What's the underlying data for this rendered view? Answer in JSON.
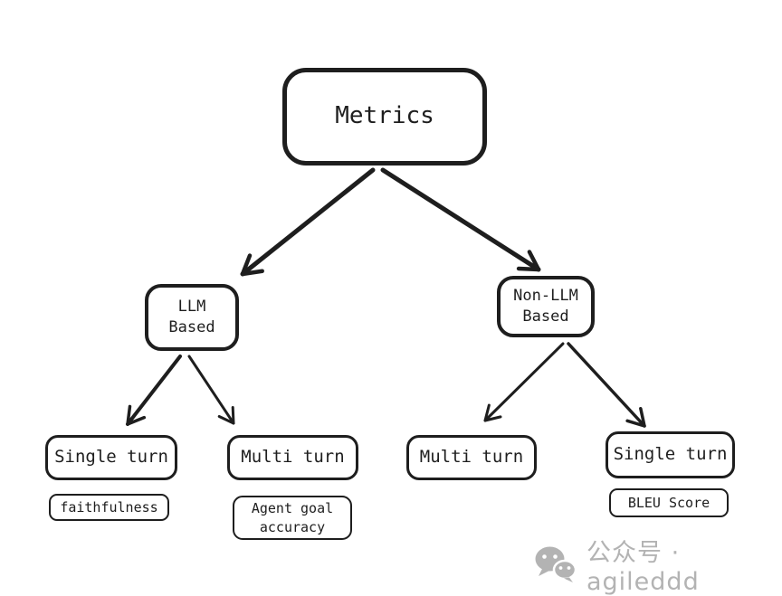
{
  "diagram": {
    "type": "tree",
    "nodes": {
      "metrics": {
        "label": "Metrics"
      },
      "llm_based": {
        "line1": "LLM",
        "line2": "Based"
      },
      "non_llm_based": {
        "line1": "Non-LLM",
        "line2": "Based"
      },
      "single_turn_left": {
        "label": "Single turn"
      },
      "multi_turn_left": {
        "label": "Multi turn"
      },
      "multi_turn_right": {
        "label": "Multi turn"
      },
      "single_turn_right": {
        "label": "Single turn"
      },
      "faithfulness": {
        "label": "faithfulness"
      },
      "agent_goal_accuracy": {
        "line1": "Agent goal",
        "line2": "accuracy"
      },
      "bleu_score": {
        "label": "BLEU Score"
      }
    },
    "edges": [
      {
        "from": "metrics",
        "to": "llm_based"
      },
      {
        "from": "metrics",
        "to": "non_llm_based"
      },
      {
        "from": "llm_based",
        "to": "single_turn_left"
      },
      {
        "from": "llm_based",
        "to": "multi_turn_left"
      },
      {
        "from": "non_llm_based",
        "to": "multi_turn_right"
      },
      {
        "from": "non_llm_based",
        "to": "single_turn_right"
      }
    ]
  },
  "watermark": {
    "icon": "wechat-icon",
    "text": "公众号 · agileddd"
  },
  "colors": {
    "ink": "#1e1e1e",
    "background": "#ffffff",
    "watermark_gray": "#b3b3b3"
  }
}
